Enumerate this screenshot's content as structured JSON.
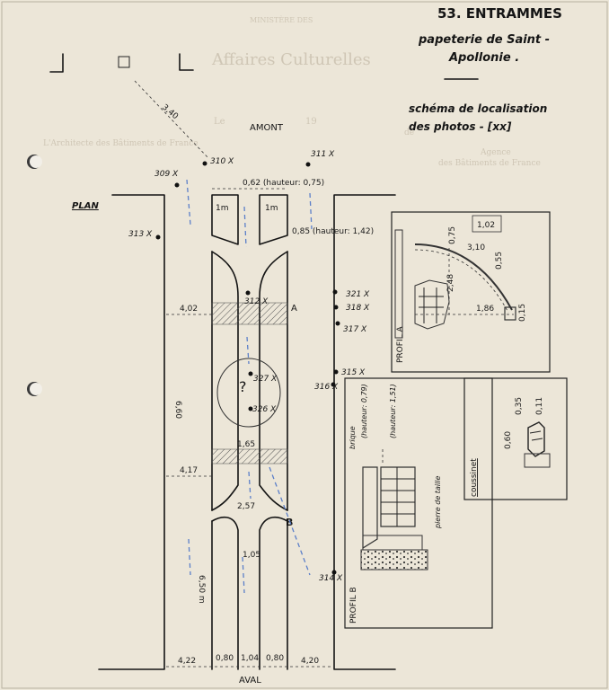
{
  "header": {
    "title": "53. ENTRAMMES",
    "subtitle_line1": "papeterie de Saint -",
    "subtitle_line2": "Apollonie .",
    "note_line1": "schéma de localisation",
    "note_line2": "des photos - [xx]"
  },
  "letterhead": {
    "ministry": "MINISTÈRE DES",
    "office": "Affaires Culturelles",
    "le": "Le",
    "year": "19",
    "architect": "L'Architecte des Bâtiments de France",
    "agence": "Agence",
    "agence2": "des Bâtiments de France",
    "ref": "de"
  },
  "plan": {
    "label": "PLAN",
    "amont": "AMONT",
    "aval": "AVAL",
    "dim_top": "0,62 (hauteur: 0,75)",
    "dim_mid": "0,85 (hauteur: 1,42)",
    "box_left": "1m",
    "box_right": "1m",
    "dim_402": "4,02",
    "dim_660": "6,60",
    "dim_417": "4,17",
    "dim_165": "1,65",
    "dim_257": "2,57",
    "dim_105": "1,05",
    "dim_650": "6,50 m",
    "dim_422": "4,22",
    "dim_080a": "0,80",
    "dim_104": "1,04",
    "dim_080b": "0,80",
    "dim_420": "4,20",
    "dim_diag": "3,40",
    "arrow_a": "A",
    "arrow_b": "B",
    "pond_mark": "?"
  },
  "photos": [
    "309 X",
    "310 X",
    "311 X",
    "312 X",
    "313 X",
    "314 X",
    "315 X",
    "316 X",
    "317 X",
    "318 X",
    "321 X",
    "326 X",
    "327 X"
  ],
  "profil_a": {
    "label": "PROFIL A",
    "d1": "1,02",
    "d2": "3,10",
    "d3": "2,48",
    "d4": "1,86",
    "d5": "0,55",
    "d6": "0,75",
    "d7": "0,15"
  },
  "profil_b": {
    "label": "PROFIL B",
    "brique": "brique",
    "hauteur1": "(hauteur: 0,79)",
    "hauteur2": "(hauteur: 1,51)",
    "pierre": "pierre de taille"
  },
  "coussinet": {
    "label": "coussinet",
    "d1": "0,35",
    "d2": "0,60",
    "d3": "0,11"
  }
}
